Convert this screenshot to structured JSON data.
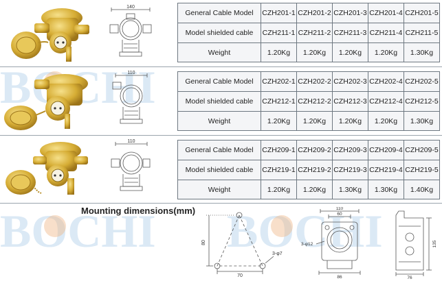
{
  "products": [
    {
      "drawing": {
        "top_width": "140"
      },
      "table": {
        "row1_label": "General Cable Model",
        "row2_label": "Model shielded cable",
        "row3_label": "Weight",
        "general": [
          "CZH201-1",
          "CZH201-2",
          "CZH201-3",
          "CZH201-4",
          "CZH201-5"
        ],
        "shielded": [
          "CZH211-1",
          "CZH211-2",
          "CZH211-3",
          "CZH211-4",
          "CZH211-5"
        ],
        "weight": [
          "1.20Kg",
          "1.20Kg",
          "1.20Kg",
          "1.20Kg",
          "1.30Kg"
        ]
      }
    },
    {
      "drawing": {
        "top_width": "110"
      },
      "table": {
        "row1_label": "General Cable Model",
        "row2_label": "Model shielded cable",
        "row3_label": "Weight",
        "general": [
          "CZH202-1",
          "CZH202-2",
          "CZH202-3",
          "CZH202-4",
          "CZH202-5"
        ],
        "shielded": [
          "CZH212-1",
          "CZH212-2",
          "CZH212-3",
          "CZH212-4",
          "CZH212-5"
        ],
        "weight": [
          "1.20Kg",
          "1.20Kg",
          "1.20Kg",
          "1.20Kg",
          "1.30Kg"
        ]
      }
    },
    {
      "drawing": {
        "top_width": "110"
      },
      "table": {
        "row1_label": "General Cable Model",
        "row2_label": "Model shielded cable",
        "row3_label": "Weight",
        "general": [
          "CZH209-1",
          "CZH209-2",
          "CZH209-3",
          "CZH209-4",
          "CZH209-5"
        ],
        "shielded": [
          "CZH219-1",
          "CZH219-2",
          "CZH219-3",
          "CZH219-4",
          "CZH219-5"
        ],
        "weight": [
          "1.20Kg",
          "1.20Kg",
          "1.30Kg",
          "1.30Kg",
          "1.40Kg"
        ]
      }
    }
  ],
  "mounting": {
    "title": "Mounting dimensions(mm)",
    "triangle": {
      "height": "80",
      "width": "70",
      "hole": "3-φ7"
    },
    "front": {
      "top_outer": "110",
      "top_inner": "60",
      "hole": "3-φ12",
      "bottom": "86"
    },
    "side": {
      "height": "135",
      "bottom": "76"
    }
  },
  "watermark": {
    "text": "BOCHI",
    "color": "#7fb2dc",
    "accent": "#f0b98a"
  },
  "colors": {
    "brass": "#d9b23a",
    "brass_dark": "#a47e1f",
    "brass_light": "#f3dc7a",
    "line": "#555555"
  }
}
